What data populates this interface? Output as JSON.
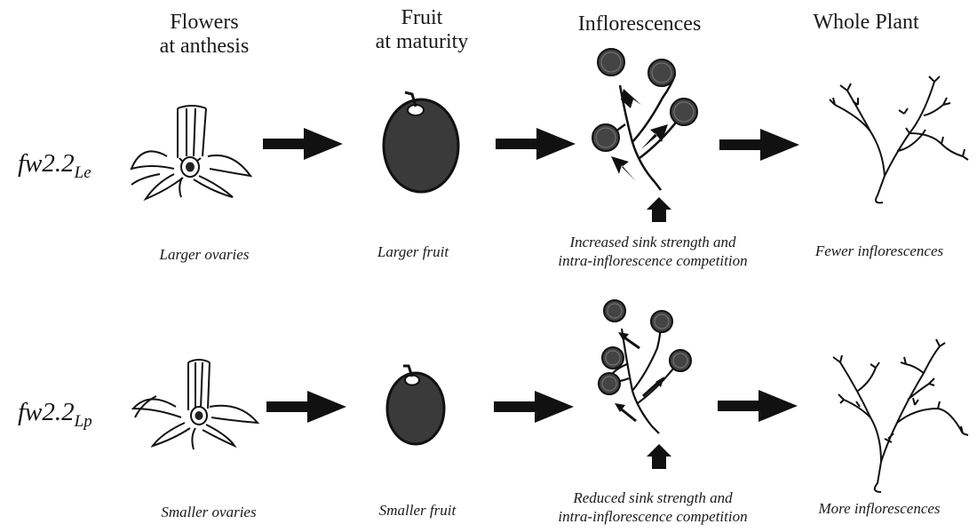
{
  "headers": {
    "flowers": [
      "Flowers",
      "at anthesis"
    ],
    "fruit": [
      "Fruit",
      "at maturity"
    ],
    "inflorescences": "Inflorescences",
    "whole_plant": "Whole Plant"
  },
  "rows": [
    {
      "genotype_main": "fw2.2",
      "genotype_sub": "Le",
      "flower_caption": "Larger ovaries",
      "fruit_caption": "Larger fruit",
      "inflorescence_caption": [
        "Increased sink strength and",
        "intra-inflorescence competition"
      ],
      "plant_caption": "Fewer inflorescences"
    },
    {
      "genotype_main": "fw2.2",
      "genotype_sub": "Lp",
      "flower_caption": "Smaller ovaries",
      "fruit_caption": "Smaller fruit",
      "inflorescence_caption": [
        "Reduced sink strength and",
        "intra-inflorescence competition"
      ],
      "plant_caption": "More inflorescences"
    }
  ],
  "colors": {
    "ink": "#111111",
    "fruit_fill": "#3a3a3a",
    "background": "#ffffff"
  }
}
